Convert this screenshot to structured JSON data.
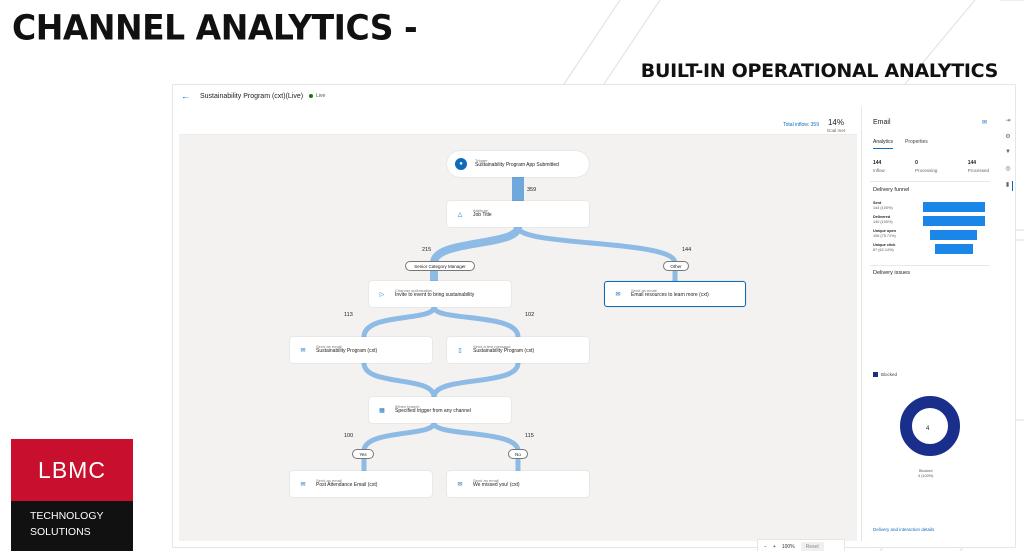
{
  "slide": {
    "title": "CHANNEL ANALYTICS -",
    "subtitle": "BUILT-IN OPERATIONAL ANALYTICS"
  },
  "app": {
    "back_icon": "back-arrow-icon",
    "program_name": "Sustainability Program (cxt)(Live)",
    "status": "Live",
    "status_color": "#107c10",
    "accent": "#0f6cbd"
  },
  "canvas": {
    "total_inflow": "Total inflow: 359",
    "goal_pct": "14%",
    "goal_label": "Goal met",
    "zoom": "100%",
    "zoom_out": "−",
    "zoom_in": "+",
    "reset": "Reset"
  },
  "flow": {
    "trigger": {
      "small": "Trigger",
      "main": "Sustainability Program App Submitted"
    },
    "count_trigger": "359",
    "attribute": {
      "small": "Attribute",
      "main": "Job Title"
    },
    "count_left": "215",
    "count_right": "144",
    "branch_left": "Senior Category Manager",
    "branch_right": "Other",
    "channel_opt": {
      "small": "Channel optimization",
      "main": "Invite to event to bring sustainability"
    },
    "email_resources": {
      "small": "Send an email",
      "main": "Email resources to learn more (cxt)"
    },
    "count_113": "113",
    "count_102": "102",
    "send_email_1": {
      "small": "Send an email",
      "main": "Sustainability Program (cxt)"
    },
    "send_text": {
      "small": "Send a text message",
      "main": "Sustainability Program (cxt)"
    },
    "if_then": {
      "small": "If/then branch",
      "main": "Specified trigger from any channel"
    },
    "count_100": "100",
    "count_115": "115",
    "yes": "Yes",
    "no": "No",
    "post_attendance": {
      "small": "Send an email",
      "main": "Post Attendance Email (cxt)"
    },
    "missed_you": {
      "small": "Send an email",
      "main": "We missed you! (cxt)"
    }
  },
  "panel": {
    "title": "Email",
    "tabs": [
      "Analytics",
      "Properties"
    ],
    "stats": [
      {
        "value": "144",
        "label": "Inflow"
      },
      {
        "value": "0",
        "label": "Processing"
      },
      {
        "value": "144",
        "label": "Processed"
      }
    ],
    "funnel_title": "Delivery funnel",
    "funnel": [
      {
        "label": "Sent",
        "value": "144 (100%)",
        "fraction": 1.0
      },
      {
        "label": "Delivered",
        "value": "140 (100%)",
        "fraction": 1.0
      },
      {
        "label": "Unique open",
        "value": "106 (75.71%)",
        "fraction": 0.76
      },
      {
        "label": "Unique click",
        "value": "87 (62.14%)",
        "fraction": 0.62
      }
    ],
    "issues_title": "Delivery issues",
    "legend": "Blocked",
    "legend_color": "#1a2f8c",
    "donut_value": "4",
    "donut_label_1": "Blocked",
    "donut_label_2": "4 (100%)",
    "details_link": "Delivery and interaction details"
  },
  "logo": {
    "top": "LBMC",
    "line1": "TECHNOLOGY",
    "line2": "SOLUTIONS",
    "brand_color": "#c8102e"
  }
}
